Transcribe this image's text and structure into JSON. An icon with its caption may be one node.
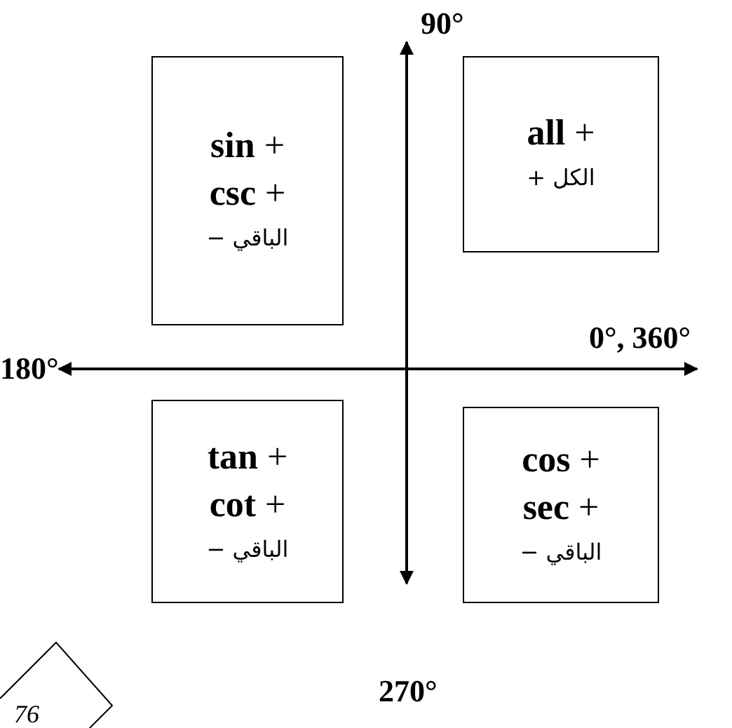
{
  "diagram": {
    "nodes": [
      {
        "text": [
          "**sin** +",
          "**csc** +",
          "الباقي −"
        ]
      },
      {
        "text": [
          "**all** +",
          "الكل +"
        ]
      },
      {
        "text": [
          "**tan** +",
          "**cot** +",
          "الباقي −"
        ]
      },
      {
        "text": [
          "**cos** +",
          "**sec** +",
          "الباقي −"
        ]
      }
    ],
    "labels": [
      "90°",
      "0°, 360°",
      "180°",
      "270°",
      "76"
    ]
  }
}
